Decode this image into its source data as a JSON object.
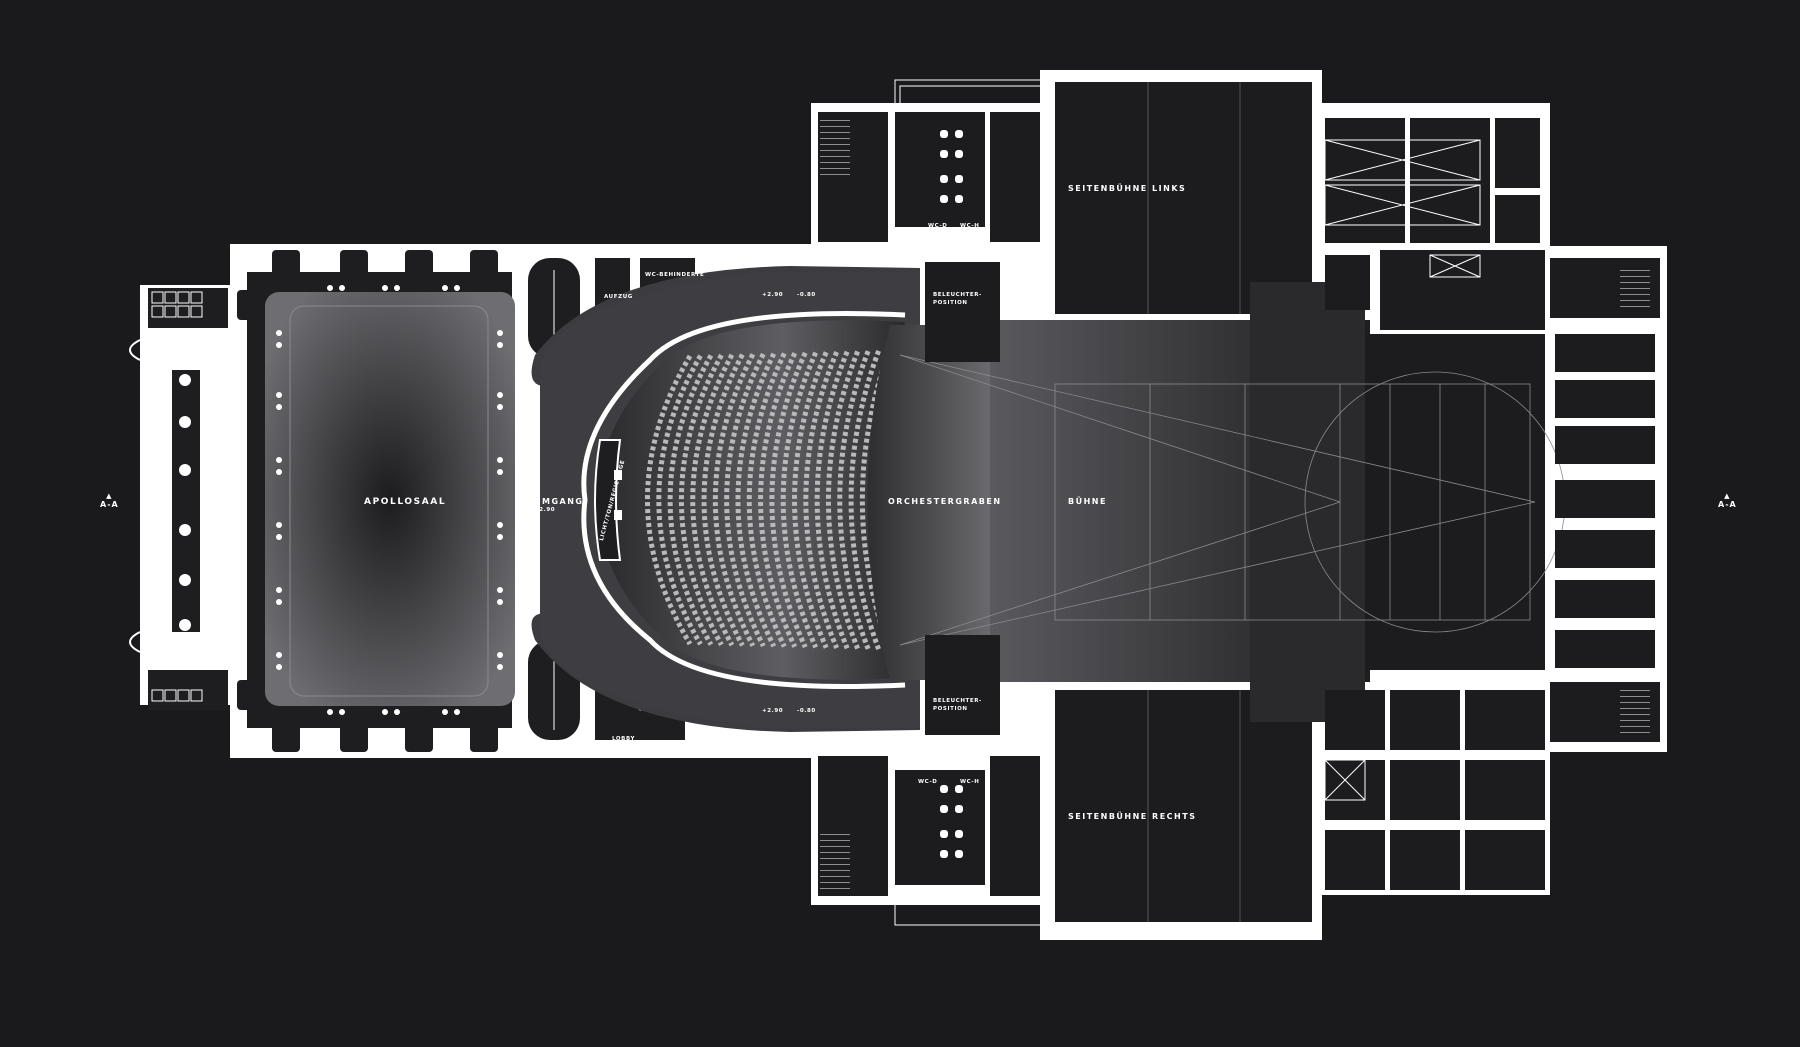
{
  "colors": {
    "background": "#1a1a1d",
    "walls": "#ffffff",
    "hall_light": "#6a6a6e",
    "hall_dark": "#1c1c1f",
    "stage": "#4a4a4e",
    "auditorium": "#3a3a3e",
    "seat": "#b9b9bc"
  },
  "labels": {
    "apollosaal": "APOLLOSAAL",
    "umgang": "UMGANG",
    "umgang_level": "+2.90",
    "orchestergraben": "ORCHESTERGRABEN",
    "buehne": "BÜHNE",
    "seitenbuehne_links": "SEITENBÜHNE LINKS",
    "seitenbuehne_rechts": "SEITENBÜHNE RECHTS",
    "aufzug": "AUFZUG",
    "wc_behinderte": "WC-BEHINDERTE",
    "lobby": "LOBBY",
    "beleuchter_top_1": "BELEUCHTER-",
    "beleuchter_top_2": "POSITION",
    "beleuchter_bottom_1": "BELEUCHTER-",
    "beleuchter_bottom_2": "POSITION",
    "licht_regie": "LICHT/TON/REGIE LOGE",
    "level_top_a": "+2.90",
    "level_top_b": "-0.80",
    "level_bottom_a": "+2.90",
    "level_bottom_b": "-0.80",
    "wc_d_top": "WC-D",
    "wc_h_top": "WC-H",
    "wc_d_bottom": "WC-D",
    "wc_h_bottom": "WC-H"
  },
  "section_markers": {
    "left": "A-A",
    "right": "A-A"
  }
}
